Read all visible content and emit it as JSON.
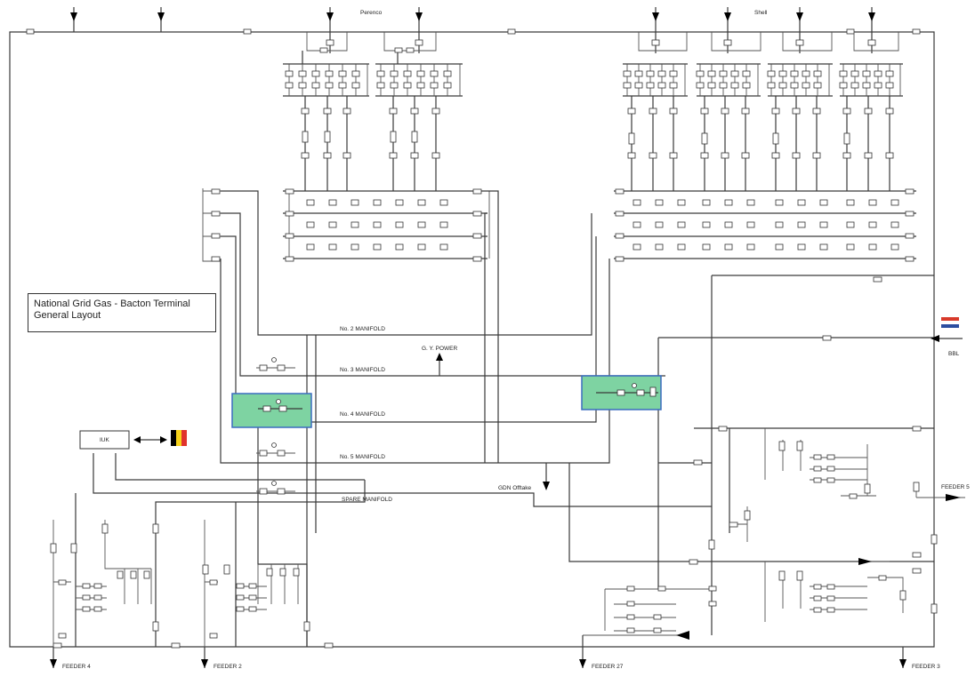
{
  "title": {
    "line1": "National Grid Gas - Bacton Terminal",
    "line2": "General Layout"
  },
  "labels": {
    "perenco": "Perenco",
    "shell": "Shell",
    "manifold2": "No. 2 MANIFOLD",
    "manifold3": "No. 3 MANIFOLD",
    "manifold4": "No. 4 MANIFOLD",
    "manifold5": "No. 5 MANIFOLD",
    "spare": "SPARE MANIFOLD",
    "gy_power": "G. Y. POWER",
    "gdn": "GDN Offtake",
    "iuk": "IUK",
    "bbl": "BBL",
    "feeder4": "FEEDER 4",
    "feeder2": "FEEDER 2",
    "feeder27": "FEEDER 27",
    "feeder3": "FEEDER 3",
    "feeder5": "FEEDER 5"
  },
  "colors": {
    "highlight": "#7ed3a2",
    "highlight_border": "#3b6cc0",
    "flag_be": [
      "#000000",
      "#f6d21a",
      "#e0322c"
    ],
    "flag_nl": [
      "#d83a2a",
      "#ffffff",
      "#2c4ea0"
    ]
  },
  "icons": [
    "down-arrow-icon",
    "up-arrow-icon",
    "left-arrow-icon",
    "right-arrow-icon",
    "valve-icon",
    "belgian-flag-icon",
    "dutch-flag-icon"
  ]
}
